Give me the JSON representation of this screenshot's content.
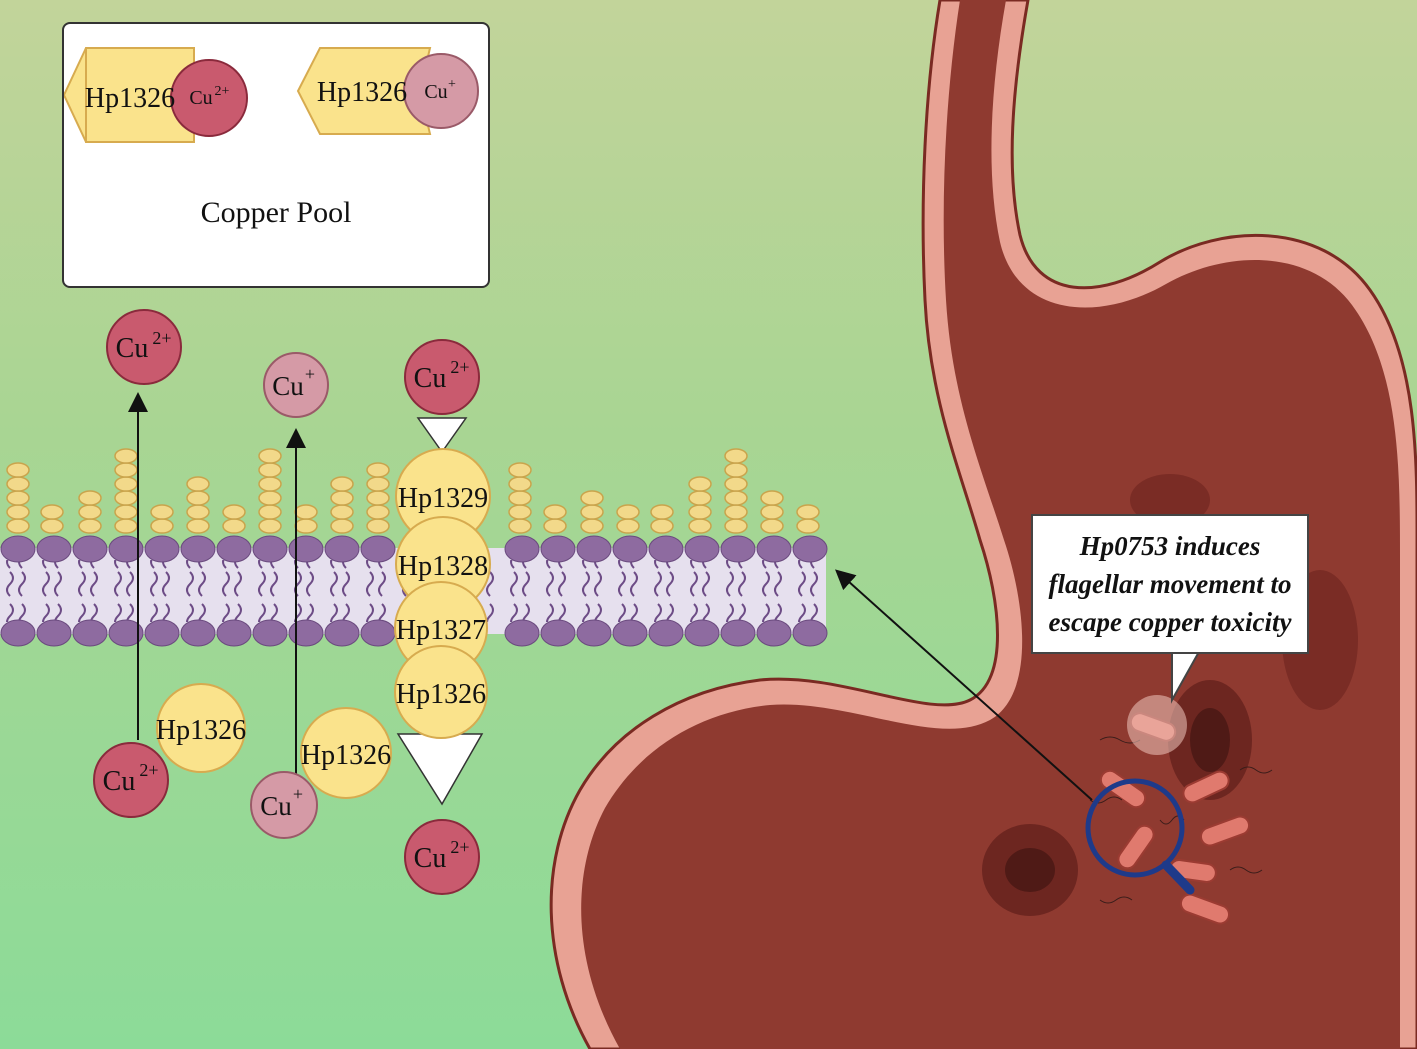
{
  "colors": {
    "background_top": "#c2d49a",
    "background_bottom": "#8cdb98",
    "stomach_wall": "#e8a294",
    "stomach_inner": "#8f3a30",
    "membrane_head": "#8e6ba0",
    "membrane_core": "#e6e0ee",
    "lipid_head_top": "#f2d98a",
    "protein_fill": "#fae38c",
    "cu2_fill": "#c95a6e",
    "cu1_fill": "#d59aa6",
    "bacteria": "#e07a6e",
    "magnifier": "#1e3a8a"
  },
  "icons": [
    "magnifier-icon",
    "bacterium-icon",
    "stomach-icon",
    "lipid-bilayer-icon"
  ],
  "copper_pool": {
    "label": "Copper Pool",
    "complexes": [
      {
        "protein": "Hp1326",
        "ion": "Cu",
        "charge": "2+"
      },
      {
        "protein": "Hp1326",
        "ion": "Cu",
        "charge": "+"
      }
    ]
  },
  "ions": {
    "cu2_up": {
      "symbol": "Cu",
      "charge": "2+"
    },
    "cu1_up": {
      "symbol": "Cu",
      "charge": "+"
    },
    "cu2_pump_in": {
      "symbol": "Cu",
      "charge": "2+"
    },
    "cu2_pump_out": {
      "symbol": "Cu",
      "charge": "2+"
    },
    "cu2_bottom": {
      "symbol": "Cu",
      "charge": "2+"
    },
    "cu1_bottom": {
      "symbol": "Cu",
      "charge": "+"
    }
  },
  "proteins": {
    "chaperone_left": "Hp1326",
    "chaperone_right": "Hp1326",
    "efflux": [
      "Hp1329",
      "Hp1328",
      "Hp1327",
      "Hp1326"
    ]
  },
  "callout": {
    "text": "Hp0753 induces flagellar movement to escape copper toxicity"
  }
}
